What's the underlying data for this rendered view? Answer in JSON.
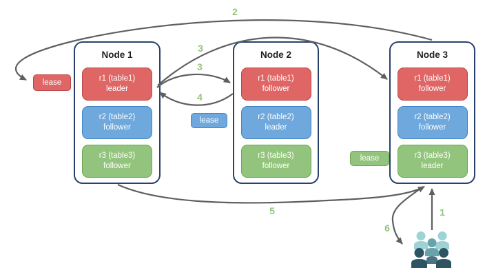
{
  "nodes": [
    {
      "title": "Node 1",
      "replicas": [
        {
          "name": "r1 (table1)",
          "role": "leader",
          "color": "red"
        },
        {
          "name": "r2 (table2)",
          "role": "follower",
          "color": "blue"
        },
        {
          "name": "r3 (table3)",
          "role": "follower",
          "color": "green"
        }
      ]
    },
    {
      "title": "Node 2",
      "replicas": [
        {
          "name": "r1 (table1)",
          "role": "follower",
          "color": "red"
        },
        {
          "name": "r2 (table2)",
          "role": "leader",
          "color": "blue"
        },
        {
          "name": "r3 (table3)",
          "role": "follower",
          "color": "green"
        }
      ]
    },
    {
      "title": "Node 3",
      "replicas": [
        {
          "name": "r1 (table1)",
          "role": "follower",
          "color": "red"
        },
        {
          "name": "r2 (table2)",
          "role": "follower",
          "color": "blue"
        },
        {
          "name": "r3 (table3)",
          "role": "leader",
          "color": "green"
        }
      ]
    }
  ],
  "leases": [
    {
      "label": "lease",
      "color": "red"
    },
    {
      "label": "lease",
      "color": "blue"
    },
    {
      "label": "lease",
      "color": "green"
    }
  ],
  "step_labels": {
    "step1": "1",
    "step2": "2",
    "step3a": "3",
    "step3b": "3",
    "step4": "4",
    "step5": "5",
    "step6": "6"
  },
  "icons": {
    "users_group_icon": "group-of-people-clients"
  },
  "theme": {
    "red_fill": "#e06666",
    "red_border": "#b94747",
    "blue_fill": "#6fa8dc",
    "blue_border": "#3d85c6",
    "green_fill": "#93c47d",
    "green_border": "#6aa84f",
    "node_border": "#28426b",
    "node_fill": "#ffffff",
    "arrow_color": "#5f5f5f",
    "step_label_color": "#93c47d",
    "people_light": "#9ed3d6",
    "people_medium": "#68a3ab",
    "people_mid_dark": "#4a7383",
    "people_dark": "#2e5363",
    "text_on_color": "#ffffff",
    "node_title_color": "#212121",
    "background": "#ffffff"
  }
}
